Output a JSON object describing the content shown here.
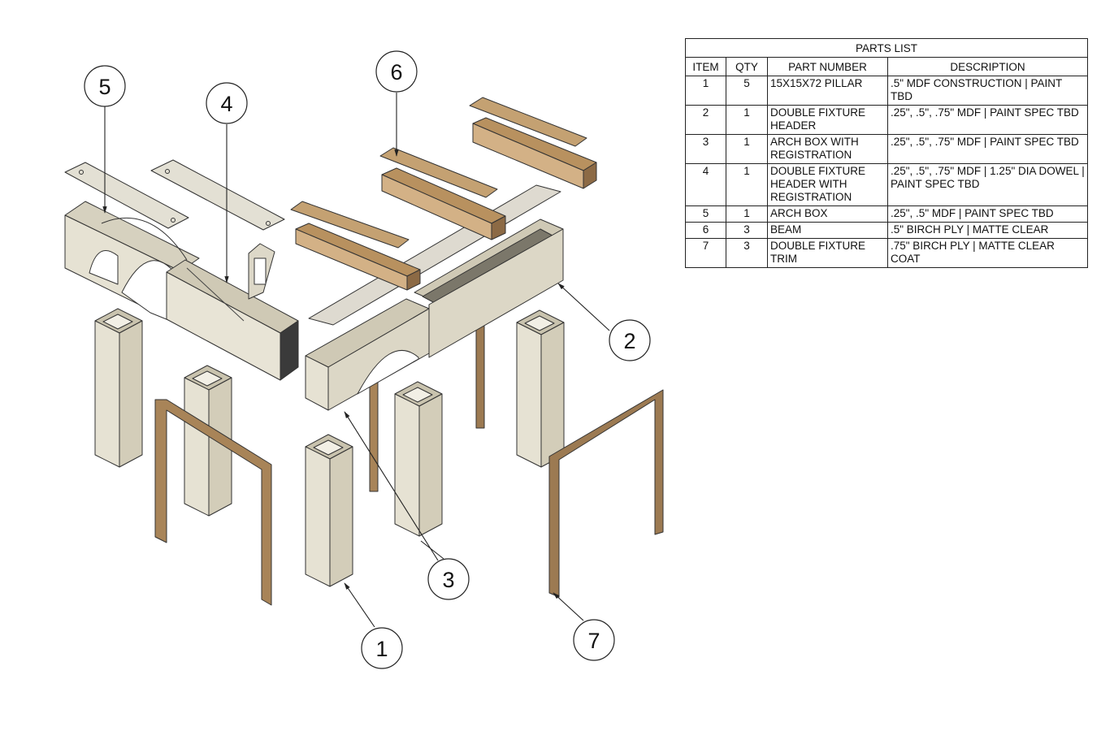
{
  "balloons": [
    {
      "label": "5"
    },
    {
      "label": "4"
    },
    {
      "label": "6"
    },
    {
      "label": "2"
    },
    {
      "label": "3"
    },
    {
      "label": "1"
    },
    {
      "label": "7"
    }
  ],
  "parts_list": {
    "title": "PARTS LIST",
    "headers": [
      "ITEM",
      "QTY",
      "PART NUMBER",
      "DESCRIPTION"
    ],
    "rows": [
      [
        "1",
        "5",
        "15X15X72 PILLAR",
        ".5\" MDF CONSTRUCTION | PAINT TBD"
      ],
      [
        "2",
        "1",
        "DOUBLE FIXTURE HEADER",
        ".25\", .5\", .75\" MDF | PAINT SPEC TBD"
      ],
      [
        "3",
        "1",
        "ARCH BOX WITH REGISTRATION",
        ".25\", .5\", .75\" MDF | PAINT SPEC TBD"
      ],
      [
        "4",
        "1",
        "DOUBLE FIXTURE HEADER WITH REGISTRATION",
        ".25\", .5\", .75\" MDF | 1.25\" DIA DOWEL | PAINT SPEC TBD"
      ],
      [
        "5",
        "1",
        "ARCH BOX",
        ".25\", .5\" MDF | PAINT SPEC TBD"
      ],
      [
        "6",
        "3",
        "BEAM",
        ".5\" BIRCH PLY | MATTE CLEAR"
      ],
      [
        "7",
        "3",
        "DOUBLE FIXTURE TRIM",
        ".75\" BIRCH PLY | MATTE CLEAR COAT"
      ]
    ]
  },
  "colors": {
    "mdf_light": "#e8e4d6",
    "mdf_mid": "#d6d1bf",
    "mdf_dark": "#bdb7a3",
    "wood_light": "#c9a67a",
    "wood_mid": "#b08a5e",
    "wood_dark": "#8c6a45",
    "line": "#222222"
  }
}
